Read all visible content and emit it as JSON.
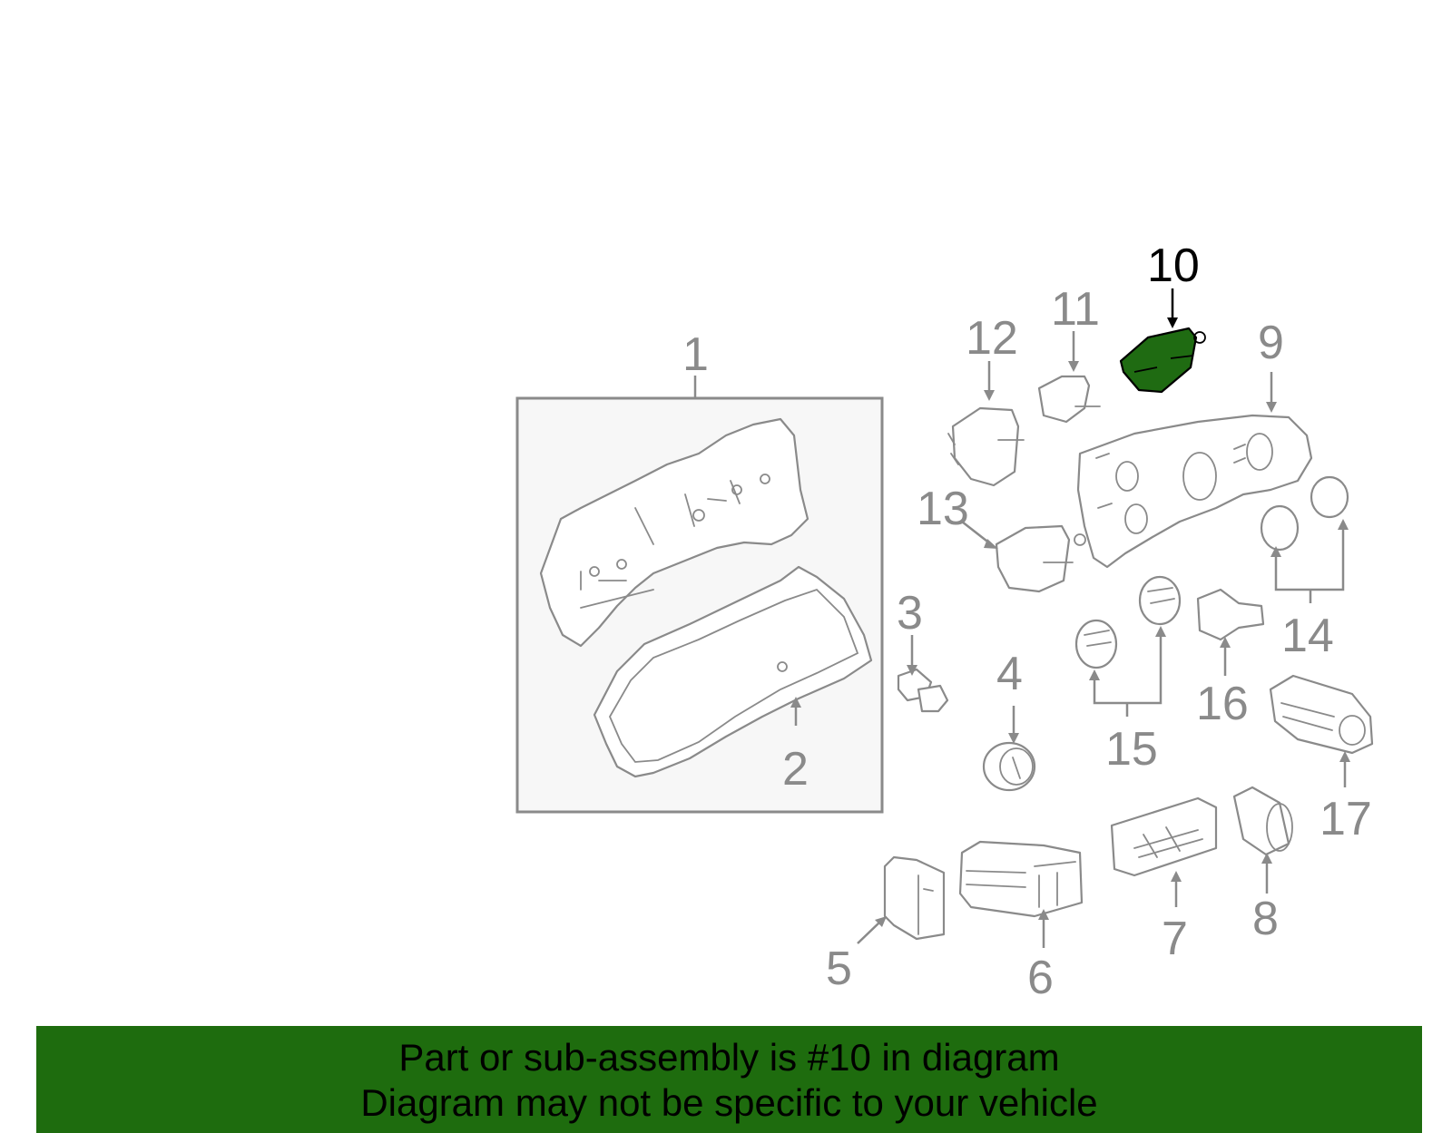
{
  "diagram": {
    "highlight_color": "#1e6c0e",
    "callouts": [
      "1",
      "2",
      "3",
      "4",
      "5",
      "6",
      "7",
      "8",
      "9",
      "10",
      "11",
      "12",
      "13",
      "14",
      "15",
      "16",
      "17"
    ],
    "highlighted_callout": "10"
  },
  "banner": {
    "line1": "Part or sub-assembly is #10 in diagram",
    "line2": "Diagram may not be specific to your vehicle"
  }
}
